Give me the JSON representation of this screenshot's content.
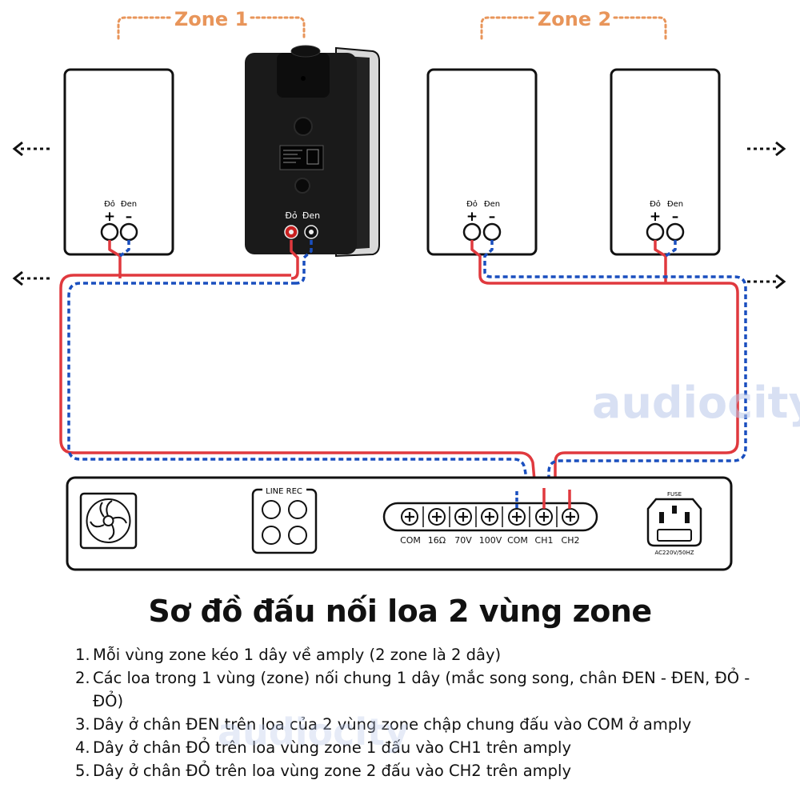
{
  "zones": [
    {
      "label": "Zone 1"
    },
    {
      "label": "Zone 2"
    }
  ],
  "speaker_terminals": {
    "red_label": "Đỏ",
    "black_label": "Đen",
    "plus": "+",
    "minus": "–"
  },
  "amplifier": {
    "line_rec_label": "LINE REC",
    "fuse_label": "FUSE",
    "power_label": "AC220V/50HZ",
    "terminals": [
      "COM",
      "16Ω",
      "70V",
      "100V",
      "COM",
      "CH1",
      "CH2"
    ]
  },
  "colors": {
    "zone_label": "#e8955a",
    "red_wire": "#e0393e",
    "blue_wire": "#1a4fbf",
    "outline": "#111111"
  },
  "title": "Sơ đồ đấu nối loa 2 vùng zone",
  "steps": [
    {
      "num": "1.",
      "text": "Mỗi vùng zone kéo 1 dây về amply (2 zone là 2 dây)"
    },
    {
      "num": "2.",
      "text": "Các loa trong 1 vùng (zone) nối chung 1 dây (mắc song song, chân ĐEN - ĐEN, ĐỎ - ĐỎ)"
    },
    {
      "num": "3.",
      "text": "Dây ở chân ĐEN trên loa của 2 vùng zone chập chung đấu vào COM ở amply"
    },
    {
      "num": "4.",
      "text": "Dây ở chân ĐỎ trên loa vùng zone 1 đấu vào CH1 trên amply"
    },
    {
      "num": "5.",
      "text": "Dây ở chân ĐỎ trên loa vùng zone 2 đấu vào CH2 trên amply"
    }
  ],
  "watermark": "audiocity"
}
